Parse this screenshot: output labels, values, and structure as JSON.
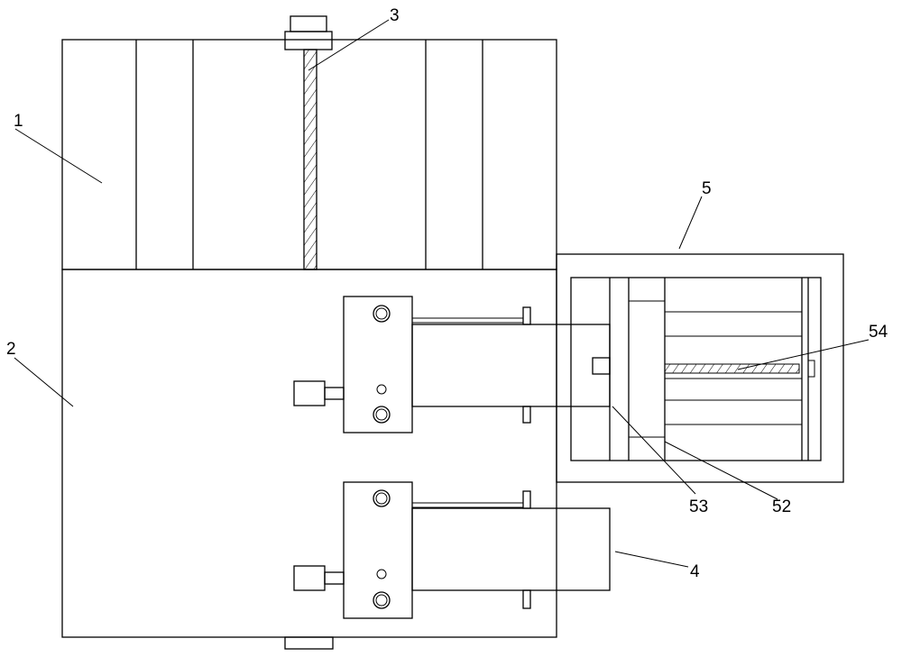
{
  "labels": {
    "l1": "1",
    "l2": "2",
    "l3": "3",
    "l4": "4",
    "l5": "5",
    "l52": "52",
    "l53": "53",
    "l54": "54"
  }
}
